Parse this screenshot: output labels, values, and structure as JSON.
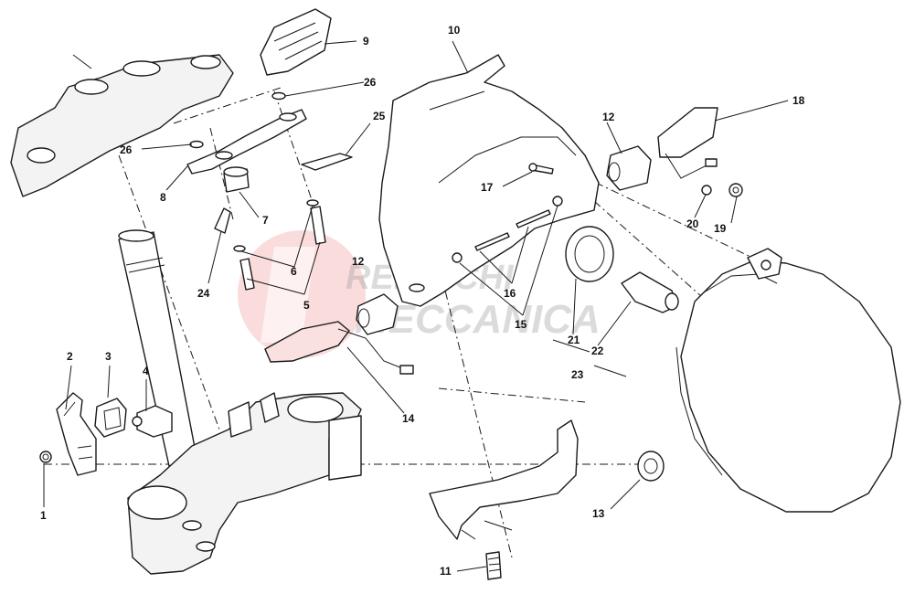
{
  "watermark": {
    "line1": "REBICCHI",
    "line2": "MECCANICA",
    "accent_color": "#e23b3b"
  },
  "callouts": [
    "1",
    "2",
    "3",
    "4",
    "5",
    "6",
    "7",
    "8",
    "9",
    "10",
    "11",
    "12",
    "12",
    "13",
    "14",
    "15",
    "16",
    "17",
    "18",
    "19",
    "20",
    "21",
    "22",
    "23",
    "24",
    "25",
    "26",
    "26"
  ],
  "colors": {
    "stroke": "#1a1a1a",
    "background": "#ffffff",
    "light_part": "#fbe0e0"
  }
}
